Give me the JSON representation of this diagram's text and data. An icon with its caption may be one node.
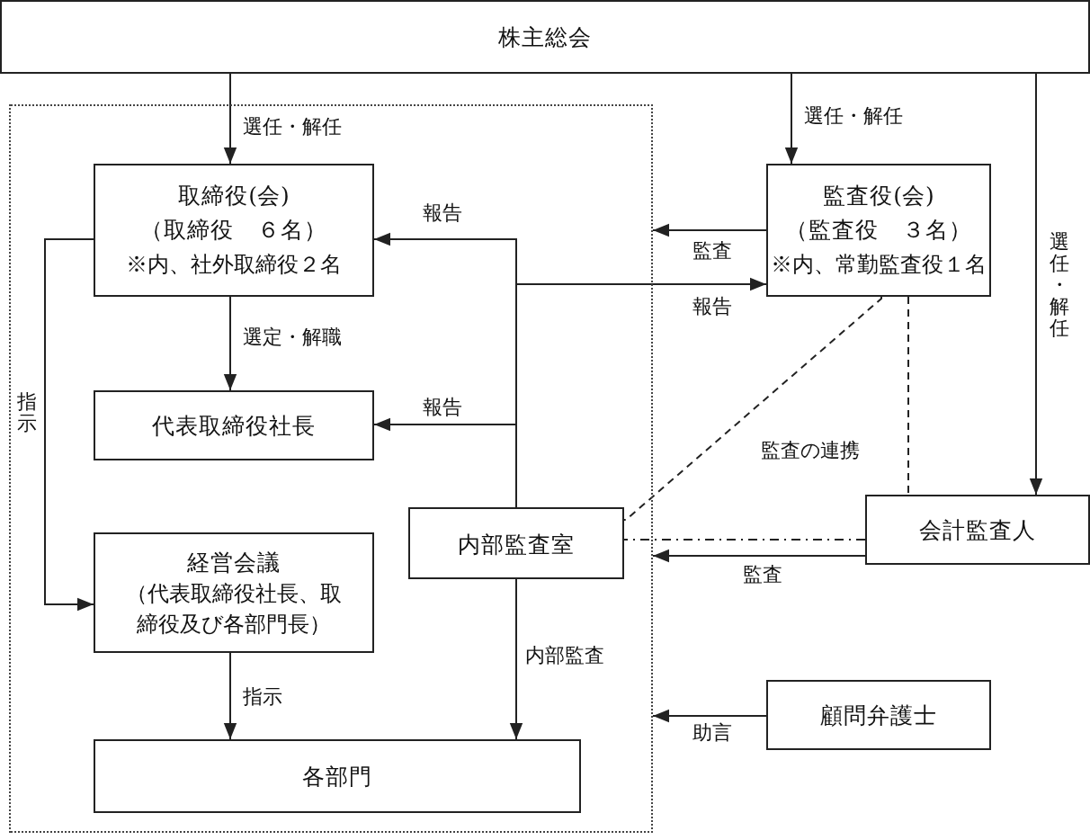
{
  "diagram": {
    "nodes": [
      {
        "text": [
          "株主総会"
        ]
      },
      {
        "text": [],
        "shape": "box"
      },
      {
        "text": [
          "取締役(会)",
          "（取締役　６名）",
          "※内、社外取締役２名"
        ],
        "in": 1
      },
      {
        "text": [
          "代表取締役社長"
        ],
        "in": 1
      },
      {
        "text": [
          "経営会議",
          "（代表取締役社長、取締役及び各部門長）"
        ],
        "in": 1
      },
      {
        "text": [
          "内部監査室"
        ],
        "in": 1
      },
      {
        "text": [
          "各部門"
        ],
        "in": 1
      },
      {
        "text": [
          "監査役(会)",
          "（監査役　３名）",
          "※内、常勤監査役１名"
        ]
      },
      {
        "text": [
          "会計監査人"
        ]
      },
      {
        "text": [
          "顧問弁護士"
        ]
      }
    ],
    "edges": [
      {
        "from": 0,
        "to": 2,
        "arrow": "to",
        "label": "選任・解任"
      },
      {
        "from": 0,
        "to": 7,
        "arrow": "to",
        "label": "選任・解任"
      },
      {
        "from": 0,
        "to": 8,
        "arrow": "to",
        "label": "選任・解任"
      },
      {
        "from": 7,
        "to": 1,
        "arrow": "to",
        "label": "監査"
      },
      {
        "from": 5,
        "to": 2,
        "arrow": "to",
        "label": "報告"
      },
      {
        "from": 5,
        "to": 3,
        "arrow": "to",
        "label": "報告"
      },
      {
        "from": 5,
        "to": 7,
        "arrow": "to",
        "label": "報告"
      },
      {
        "from": 2,
        "to": 3,
        "arrow": "to",
        "label": "選定・解職"
      },
      {
        "from": 2,
        "to": 4,
        "arrow": "to",
        "label": "指示"
      },
      {
        "from": 4,
        "to": 6,
        "arrow": "to",
        "label": "指示"
      },
      {
        "from": 5,
        "to": 6,
        "arrow": "to",
        "label": "内部監査"
      },
      {
        "from": 7,
        "to": 5,
        "arrow": "none",
        "style": "dashed"
      },
      {
        "from": 7,
        "to": 8,
        "arrow": "none",
        "style": "dashed"
      },
      {
        "from": 8,
        "to": 5,
        "arrow": "none",
        "style": "dashed"
      },
      {
        "from": 8,
        "to": 1,
        "arrow": "to",
        "label": "監査"
      },
      {
        "from": 9,
        "to": 1,
        "arrow": "to",
        "label": "助言"
      }
    ],
    "labels": [
      "監査の連携"
    ]
  }
}
